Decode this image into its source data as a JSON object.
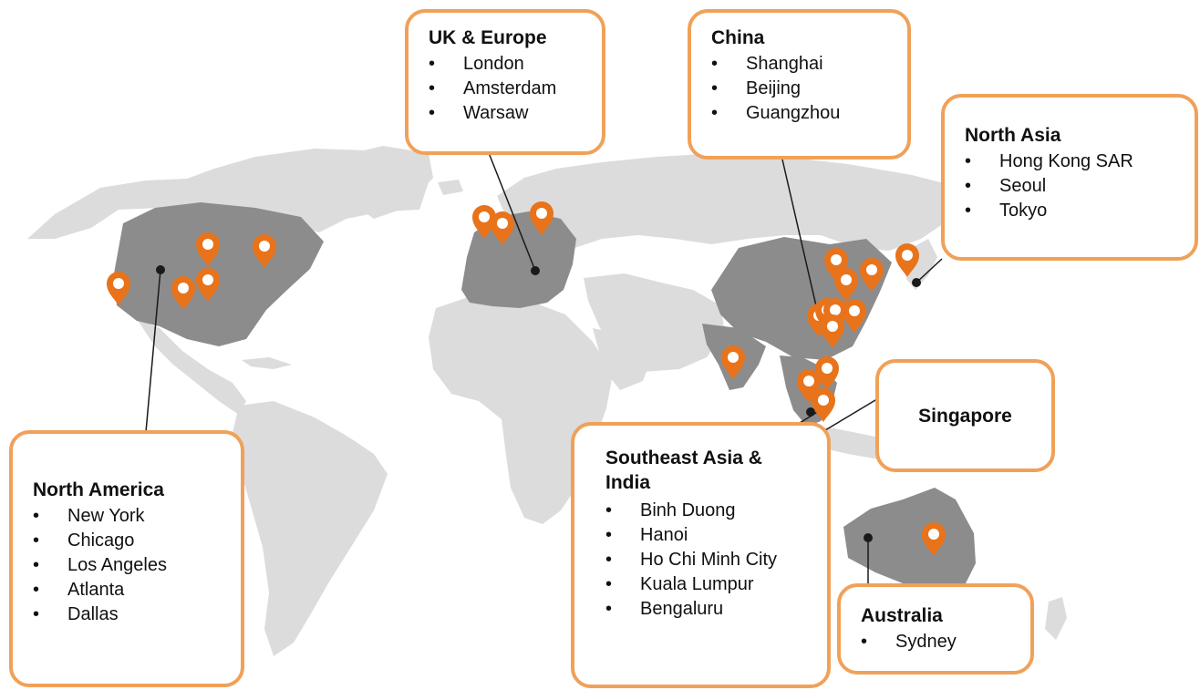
{
  "colors": {
    "land_light": "#dcdcdc",
    "land_highlight": "#8c8c8c",
    "accent": "#e8731b",
    "box_border": "#f0a159",
    "connector": "#1a1a1a"
  },
  "icons": {
    "pin": "map-pin-icon",
    "dot": "anchor-dot-icon"
  },
  "regions": {
    "uk_europe": {
      "title": "UK & Europe",
      "cities": [
        "London",
        "Amsterdam",
        "Warsaw"
      ]
    },
    "china": {
      "title": "China",
      "cities": [
        "Shanghai",
        "Beijing",
        "Guangzhou"
      ]
    },
    "north_asia": {
      "title": "North Asia",
      "cities": [
        "Hong Kong SAR",
        "Seoul",
        "Tokyo"
      ]
    },
    "singapore": {
      "title": "Singapore",
      "cities": []
    },
    "southeast_asia_india": {
      "title": "Southeast Asia & India",
      "cities": [
        "Binh Duong",
        "Hanoi",
        "Ho Chi Minh City",
        "Kuala Lumpur",
        "Bengaluru"
      ]
    },
    "north_america": {
      "title": "North America",
      "cities": [
        "New York",
        "Chicago",
        "Los Angeles",
        "Atlanta",
        "Dallas"
      ]
    },
    "australia": {
      "title": "Australia",
      "cities": [
        "Sydney"
      ]
    }
  }
}
